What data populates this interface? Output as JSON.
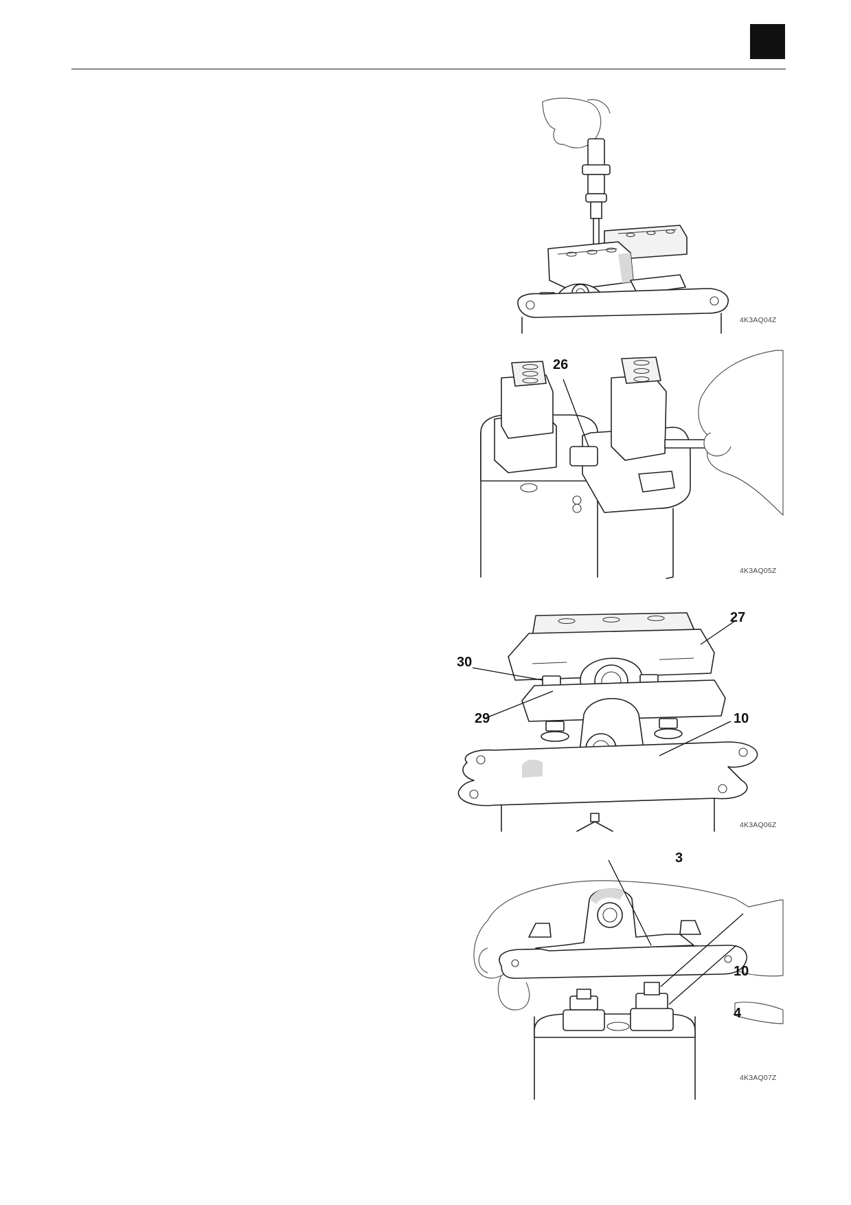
{
  "figures": [
    {
      "id": "fig1",
      "code": "4K3AQ04Z",
      "callouts": []
    },
    {
      "id": "fig2",
      "code": "4K3AQ05Z",
      "callouts": [
        "26"
      ]
    },
    {
      "id": "fig3",
      "code": "4K3AQ06Z",
      "callouts": [
        "27",
        "30",
        "29",
        "10"
      ]
    },
    {
      "id": "fig4",
      "code": "4K3AQ07Z",
      "callouts": [
        "3",
        "10",
        "4"
      ]
    }
  ]
}
